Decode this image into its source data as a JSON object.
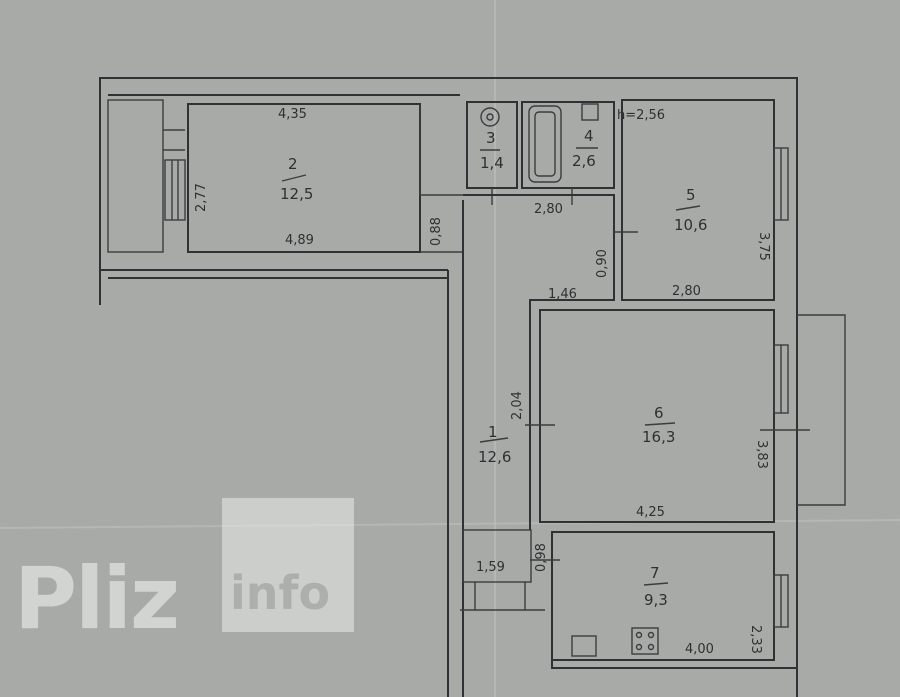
{
  "plan": {
    "ceiling_height": "h=2,56",
    "rooms": [
      {
        "number": "2",
        "area": "12,5"
      },
      {
        "number": "3",
        "area": "1,4"
      },
      {
        "number": "4",
        "area": "2,6"
      },
      {
        "number": "5",
        "area": "10,6"
      },
      {
        "number": "1",
        "area": "12,6"
      },
      {
        "number": "6",
        "area": "16,3"
      },
      {
        "number": "7",
        "area": "9,3"
      }
    ],
    "dimensions": {
      "room2_top": "4,35",
      "room2_bottom": "4,89",
      "room2_side": "2,77",
      "room2_door": "0,88",
      "corridor_top": "2,80",
      "corridor_step": "1,46",
      "corridor_door": "0,90",
      "corridor_wall": "2,04",
      "corridor_bottom": "1,59",
      "corridor_door2": "0,98",
      "room5_side": "3,75",
      "room5_bottom": "2,80",
      "room6_side": "3,83",
      "room6_bottom": "4,25",
      "room7_side": "2,33",
      "room7_bottom": "4,00"
    }
  },
  "watermark": {
    "brand": "Pliz",
    "suffix": "info"
  },
  "colors": {
    "paper": "#a7aaa7",
    "ink": "#2f3234"
  }
}
